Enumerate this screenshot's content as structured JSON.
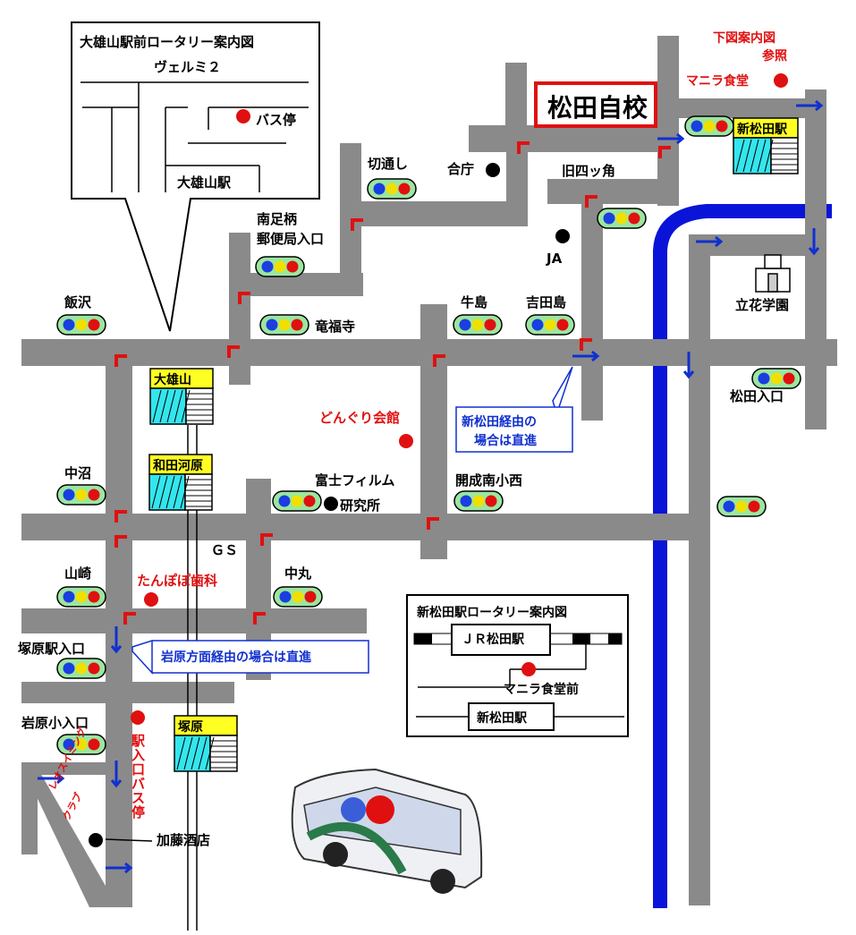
{
  "title": "松田自校",
  "note_top_right": [
    "下図案内図",
    "参照"
  ],
  "inset_oyama": {
    "title": "大雄山駅前ロータリー案内図",
    "building": "ヴェルミ２",
    "bus_stop": "バス停",
    "station": "大雄山駅"
  },
  "inset_shinmatsuda": {
    "title": "新松田駅ロータリー案内図",
    "jr_station": "ＪＲ松田駅",
    "bus_stop": "マニラ食堂前",
    "station": "新松田駅"
  },
  "intersections": [
    "飯沢",
    "南足柄",
    "郵便局入口",
    "竜福寺",
    "切通し",
    "牛島",
    "吉田島",
    "松田入口",
    "中沼",
    "開成南小西",
    "山崎",
    "中丸",
    "塚原駅入口",
    "岩原小入口"
  ],
  "places": {
    "manila": "マニラ食堂",
    "goucho": "合庁",
    "kyuyotsukado": "旧四ッ角",
    "ja": "JA",
    "tachibana": "立花学園",
    "donguri": "どんぐり会館",
    "fuji_a": "富士フィルム",
    "fuji_b": "研究所",
    "gs": "ＧＳ",
    "tanpopo": "たんぽぽ歯科",
    "kato": "加藤酒店",
    "swim_a": "レオスイミング",
    "swim_b": "クラブ",
    "busstop_vertical": "駅入口バス停"
  },
  "stations": [
    "大雄山",
    "和田河原",
    "塚原",
    "新松田駅"
  ],
  "callouts": {
    "shinmatsuda": [
      "新松田経由の",
      "場合は直進"
    ],
    "iwahara": "岩原方面経由の場合は直進"
  },
  "colors": {
    "road": "#8a8a8a",
    "river": "#0a14d8",
    "red_mark": "#e01010",
    "blue_mark": "#1030d0",
    "signal_body": "#9be6a0",
    "station_label": "#ffff22",
    "station_cyan": "#33e6ee"
  }
}
